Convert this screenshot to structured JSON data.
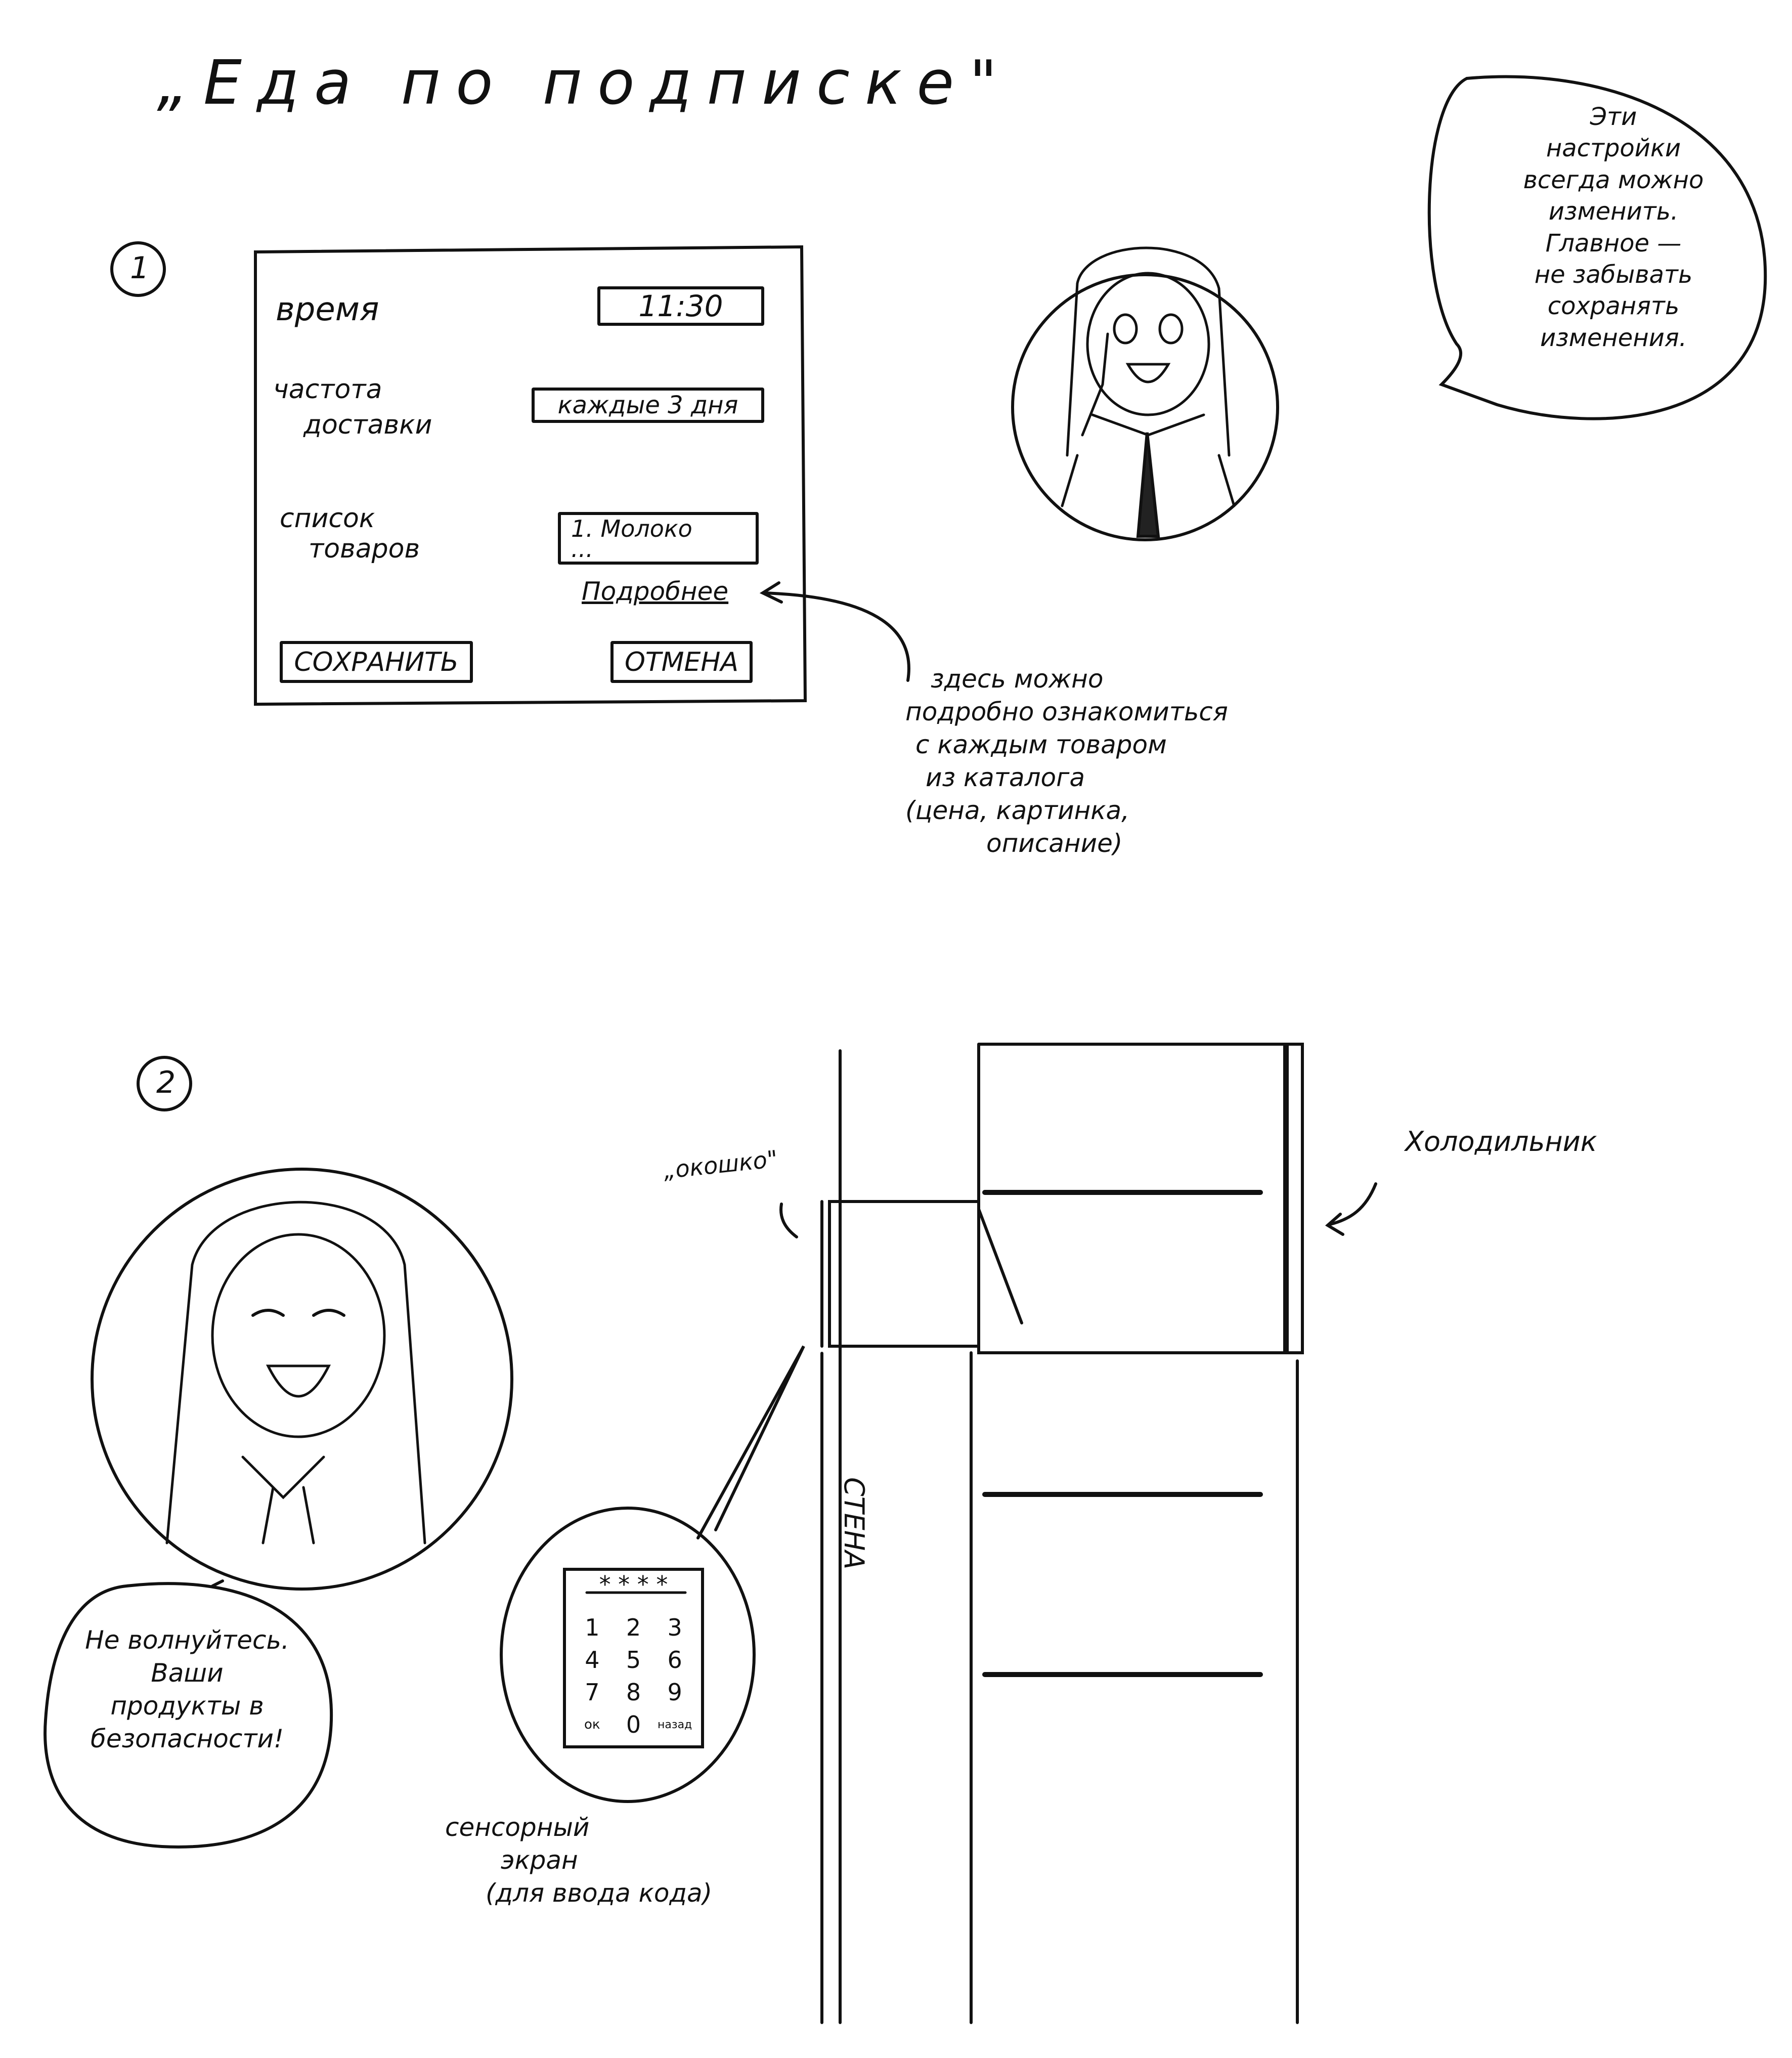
{
  "title": "„Еда по подписке\"",
  "section1": {
    "number": "1",
    "form": {
      "time_label": "время",
      "time_value": "11:30",
      "frequency_label_1": "частота",
      "frequency_label_2": "доставки",
      "frequency_value": "каждые 3 дня",
      "list_label_1": "список",
      "list_label_2": "товаров",
      "list_item": "1. Молоко",
      "list_more": "...",
      "details_link": "Подробнее",
      "save_label": "СОХРАНИТЬ",
      "cancel_label": "ОТМЕНА"
    },
    "annotation": [
      "здесь можно",
      "подробно ознакомиться",
      "с каждым товаром",
      "из каталога",
      "(цена, картинка,",
      "описание)"
    ],
    "speech": [
      "Эти",
      "настройки",
      "всегда можно",
      "изменить.",
      "Главное —",
      "не забывать",
      "сохранять",
      "изменения."
    ]
  },
  "section2": {
    "number": "2",
    "speech": [
      "Не волнуйтесь.",
      "Ваши",
      "продукты в",
      "безопасности!"
    ],
    "window_label": "„окошко\"",
    "fridge_label": "Холодильник",
    "wall_label": "СТЕНА",
    "keypad": {
      "display": "* * * *",
      "keys": [
        "1",
        "2",
        "3",
        "4",
        "5",
        "6",
        "7",
        "8",
        "9",
        "ок",
        "0",
        "назад"
      ]
    },
    "screen_label": [
      "сенсорный",
      "экран",
      "(для ввода кода)"
    ]
  }
}
